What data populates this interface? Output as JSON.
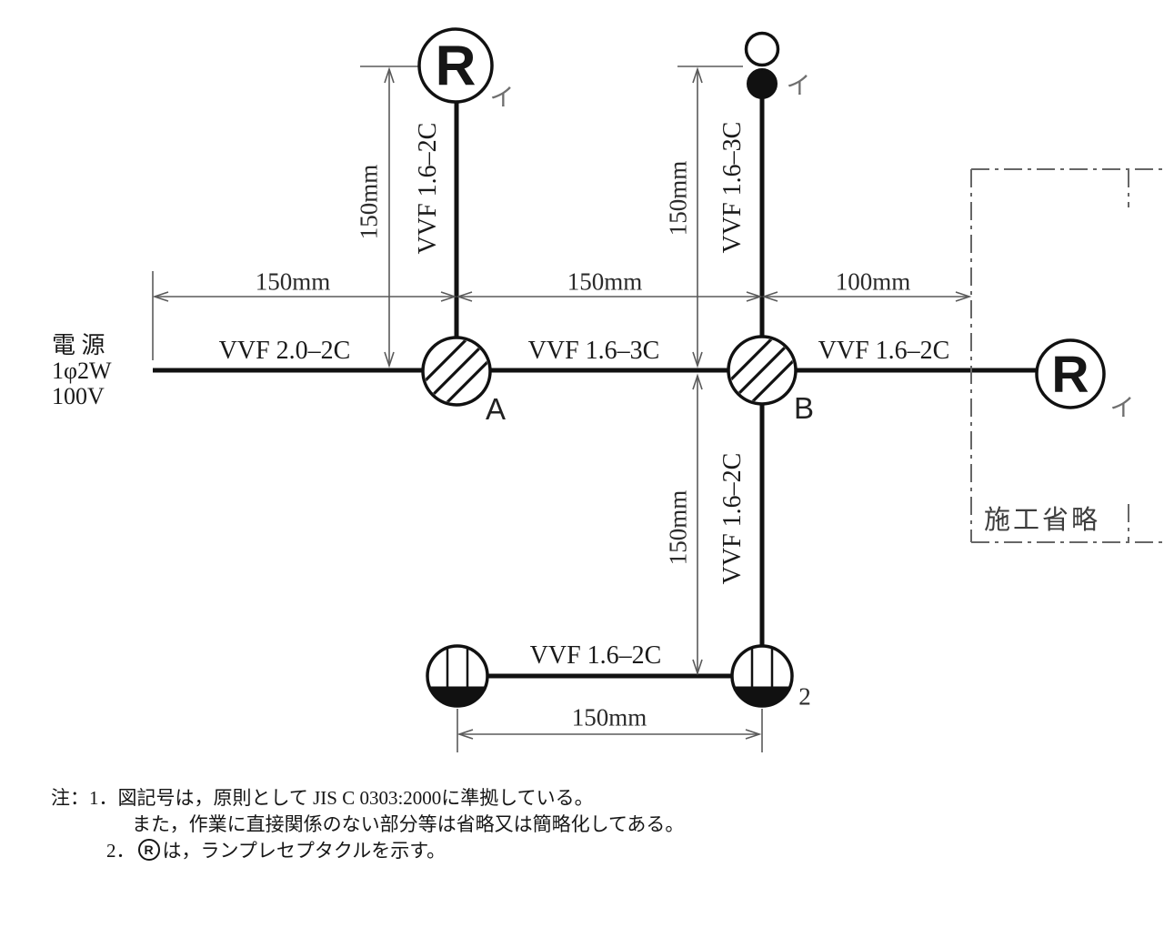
{
  "source": {
    "title": "電 源",
    "phase": "1φ2W",
    "voltage": "100V"
  },
  "cables": {
    "source_to_a": "VVF 2.0–2C",
    "a_to_b": "VVF 1.6–3C",
    "b_to_omission": "VVF 1.6–2C",
    "a_to_receptacle": "VVF 1.6–2C",
    "b_to_lamp": "VVF 1.6–3C",
    "b_to_outlet": "VVF 1.6–2C",
    "outlet_to_outlet": "VVF 1.6–2C"
  },
  "dimensions": {
    "source_to_a": "150mm",
    "a_to_b": "150mm",
    "b_to_omission": "100mm",
    "receptacle_drop": "150mm",
    "lamp_drop": "150mm",
    "outlet_drop": "150mm",
    "outlet_span": "150mm"
  },
  "devices": {
    "receptacle_letter": "R",
    "junction_a": "A",
    "junction_b": "B",
    "circuit_mark_top_left": "イ",
    "circuit_mark_top_right": "イ",
    "circuit_mark_right": "イ",
    "outlet_count": "2"
  },
  "omission": {
    "label": "施工省略"
  },
  "notes": {
    "item1_prefix": "注：1．",
    "item1_line1": "図記号は，原則として JIS C 0303:2000に準拠している。",
    "item1_line2": "また，作業に直接関係のない部分等は省略又は簡略化してある。",
    "item2_number": "2．",
    "item2_symbol": "R",
    "item2_text": "は，ランプレセプタクルを示す。"
  }
}
